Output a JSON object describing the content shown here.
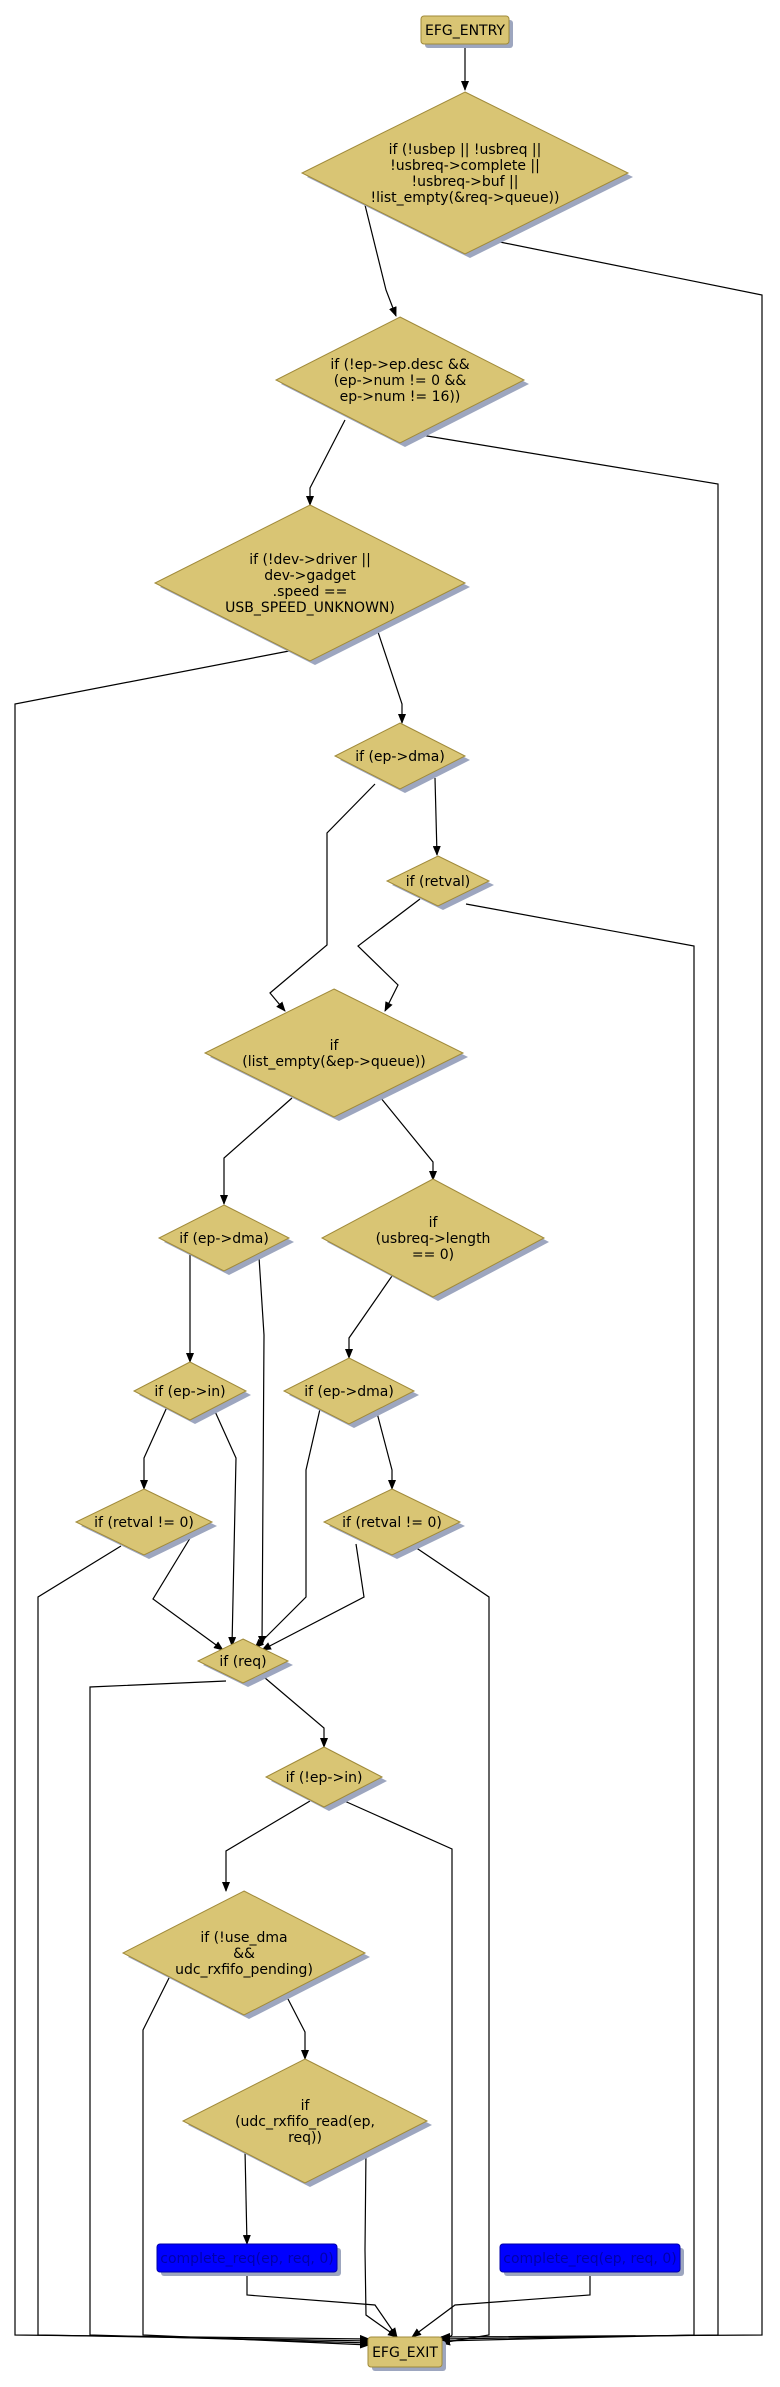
{
  "colors": {
    "node_fill": "#d9c574",
    "node_stroke": "#a08a3a",
    "shadow": "#9da6bf",
    "action_fill": "#0000ff",
    "action_text": "#0000aa",
    "edge": "#000000"
  },
  "nodes": [
    {
      "id": "entry",
      "shape": "box",
      "label": [
        "EFG_ENTRY"
      ]
    },
    {
      "id": "d1",
      "shape": "diamond",
      "label": [
        "if (!usbep || !usbreq ||",
        "!usbreq->complete ||",
        "!usbreq->buf ||",
        "!list_empty(&req->queue))"
      ]
    },
    {
      "id": "d2",
      "shape": "diamond",
      "label": [
        "if (!ep->ep.desc &&",
        "(ep->num != 0 &&",
        "ep->num != 16))"
      ]
    },
    {
      "id": "d3",
      "shape": "diamond",
      "label": [
        "if (!dev->driver ||",
        "dev->gadget",
        ".speed ==",
        "USB_SPEED_UNKNOWN)"
      ]
    },
    {
      "id": "d4",
      "shape": "diamond",
      "label": [
        "if (ep->dma)"
      ]
    },
    {
      "id": "d5",
      "shape": "diamond",
      "label": [
        "if (retval)"
      ]
    },
    {
      "id": "d6",
      "shape": "diamond",
      "label": [
        "if",
        "(list_empty(&ep->queue))"
      ]
    },
    {
      "id": "d7",
      "shape": "diamond",
      "label": [
        "if (ep->dma)"
      ]
    },
    {
      "id": "d8",
      "shape": "diamond",
      "label": [
        "if",
        "(usbreq->length",
        "== 0)"
      ]
    },
    {
      "id": "d9",
      "shape": "diamond",
      "label": [
        "if (ep->in)"
      ]
    },
    {
      "id": "d10",
      "shape": "diamond",
      "label": [
        "if (ep->dma)"
      ]
    },
    {
      "id": "d11",
      "shape": "diamond",
      "label": [
        "if (retval != 0)"
      ]
    },
    {
      "id": "d12",
      "shape": "diamond",
      "label": [
        "if (retval != 0)"
      ]
    },
    {
      "id": "d13",
      "shape": "diamond",
      "label": [
        "if (req)"
      ]
    },
    {
      "id": "d14",
      "shape": "diamond",
      "label": [
        "if (!ep->in)"
      ]
    },
    {
      "id": "d15",
      "shape": "diamond",
      "label": [
        "if (!use_dma",
        "&&",
        "udc_rxfifo_pending)"
      ]
    },
    {
      "id": "d16",
      "shape": "diamond",
      "label": [
        "if",
        "(udc_rxfifo_read(ep,",
        "req))"
      ]
    },
    {
      "id": "a1",
      "shape": "action",
      "label": [
        "complete_req(ep, req, 0)"
      ]
    },
    {
      "id": "a2",
      "shape": "action",
      "label": [
        "complete_req(ep, req, 0)"
      ]
    },
    {
      "id": "exit",
      "shape": "box",
      "label": [
        "EFG_EXIT"
      ]
    }
  ],
  "edges": [
    {
      "from": "entry",
      "to": "d1"
    },
    {
      "from": "d1",
      "to": "d2"
    },
    {
      "from": "d1",
      "to": "exit"
    },
    {
      "from": "d2",
      "to": "d3"
    },
    {
      "from": "d2",
      "to": "exit"
    },
    {
      "from": "d3",
      "to": "exit"
    },
    {
      "from": "d3",
      "to": "d4"
    },
    {
      "from": "d4",
      "to": "d6"
    },
    {
      "from": "d4",
      "to": "d5"
    },
    {
      "from": "d5",
      "to": "d6"
    },
    {
      "from": "d5",
      "to": "exit"
    },
    {
      "from": "d6",
      "to": "d7"
    },
    {
      "from": "d6",
      "to": "d8"
    },
    {
      "from": "d7",
      "to": "d9"
    },
    {
      "from": "d7",
      "to": "d13"
    },
    {
      "from": "d8",
      "to": "d10"
    },
    {
      "from": "d8",
      "to": "a2"
    },
    {
      "from": "d9",
      "to": "d11"
    },
    {
      "from": "d9",
      "to": "d13"
    },
    {
      "from": "d10",
      "to": "d13"
    },
    {
      "from": "d10",
      "to": "d12"
    },
    {
      "from": "d11",
      "to": "exit"
    },
    {
      "from": "d11",
      "to": "d13"
    },
    {
      "from": "d12",
      "to": "d13"
    },
    {
      "from": "d12",
      "to": "exit"
    },
    {
      "from": "d13",
      "to": "exit"
    },
    {
      "from": "d13",
      "to": "d14"
    },
    {
      "from": "d14",
      "to": "d15"
    },
    {
      "from": "d14",
      "to": "exit"
    },
    {
      "from": "d15",
      "to": "exit"
    },
    {
      "from": "d15",
      "to": "d16"
    },
    {
      "from": "d16",
      "to": "a1"
    },
    {
      "from": "d16",
      "to": "exit"
    },
    {
      "from": "a1",
      "to": "exit"
    },
    {
      "from": "a2",
      "to": "exit"
    }
  ]
}
